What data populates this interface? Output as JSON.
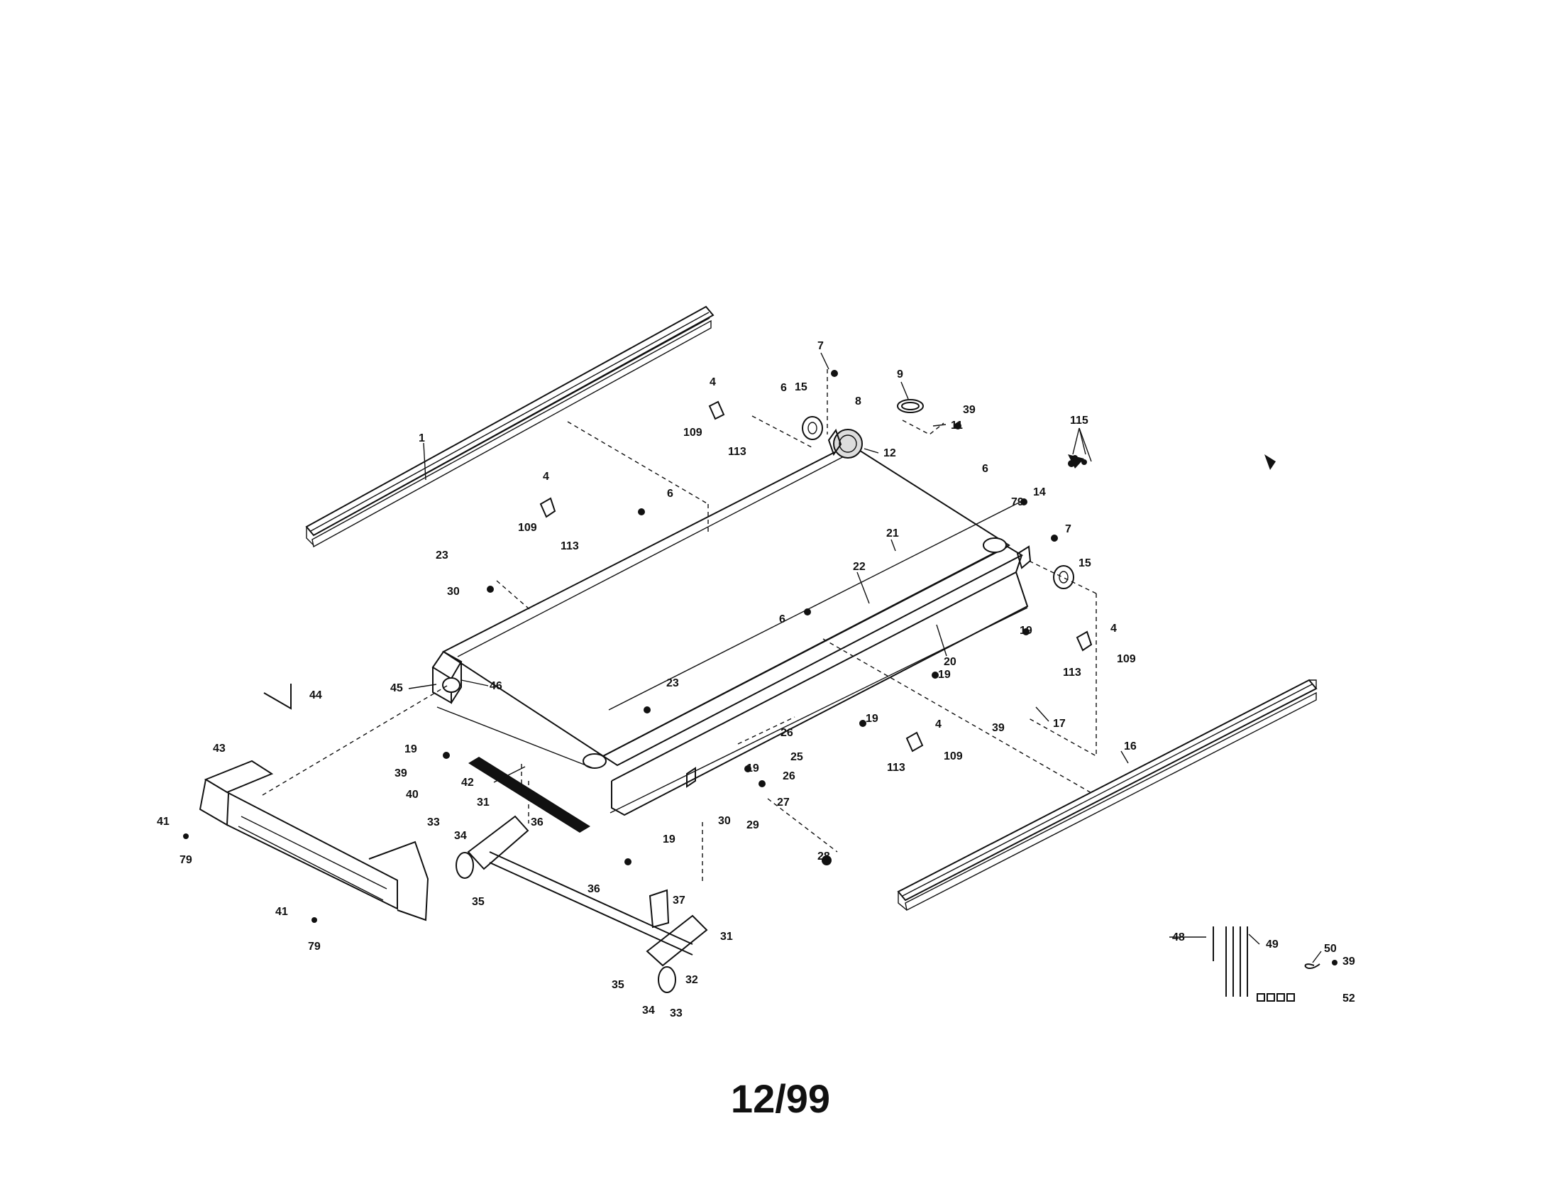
{
  "footer": {
    "code": "12/99"
  },
  "labels": {
    "l1": "1",
    "l4a": "4",
    "l4b": "4",
    "l4c": "4",
    "l4d": "4",
    "l6a": "6",
    "l6b": "6",
    "l6c": "6",
    "l6d": "6",
    "l7a": "7",
    "l7b": "7",
    "l8": "8",
    "l9": "9",
    "l11": "11",
    "l12": "12",
    "l14": "14",
    "l15a": "15",
    "l15b": "15",
    "l16": "16",
    "l17": "17",
    "l19a": "19",
    "l19b": "19",
    "l19c": "19",
    "l19d": "19",
    "l19e": "19",
    "l19f": "19",
    "l20": "20",
    "l21": "21",
    "l22": "22",
    "l23a": "23",
    "l23b": "23",
    "l25": "25",
    "l26a": "26",
    "l26b": "26",
    "l27": "27",
    "l28": "28",
    "l29": "29",
    "l30a": "30",
    "l30b": "30",
    "l31a": "31",
    "l31b": "31",
    "l32": "32",
    "l33a": "33",
    "l33b": "33",
    "l34a": "34",
    "l34b": "34",
    "l35a": "35",
    "l35b": "35",
    "l36a": "36",
    "l36b": "36",
    "l37": "37",
    "l39a": "39",
    "l39b": "39",
    "l39c": "39",
    "l39d": "39",
    "l40": "40",
    "l41a": "41",
    "l41b": "41",
    "l42": "42",
    "l43": "43",
    "l44": "44",
    "l45": "45",
    "l46": "46",
    "l48": "48",
    "l49": "49",
    "l50": "50",
    "l52": "52",
    "l79a": "79",
    "l79b": "79",
    "l79c": "79",
    "l109a": "109",
    "l109b": "109",
    "l109c": "109",
    "l109d": "109",
    "l113a": "113",
    "l113b": "113",
    "l113c": "113",
    "l113d": "113",
    "l115": "115"
  }
}
